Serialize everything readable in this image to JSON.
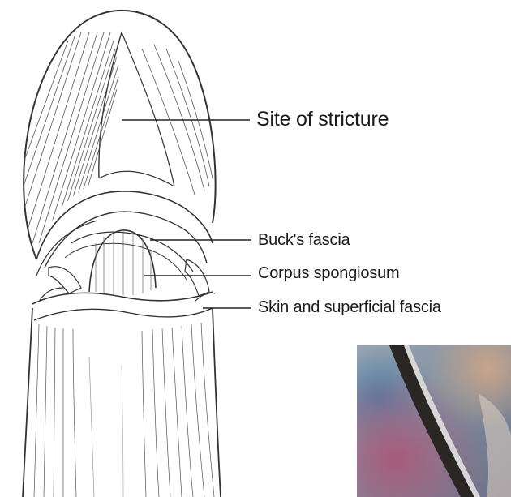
{
  "labels": {
    "site_of_stricture": "Site of stricture",
    "bucks_fascia": "Buck's fascia",
    "corpus_spongiosum": "Corpus spongiosum",
    "skin_and_superficial_fascia": "Skin and superficial fascia"
  },
  "colors": {
    "line_art": "#333333",
    "label_text": "#1a1a1a",
    "photo_background": "#8a96a4",
    "photo_instrument": "#2a2624"
  }
}
